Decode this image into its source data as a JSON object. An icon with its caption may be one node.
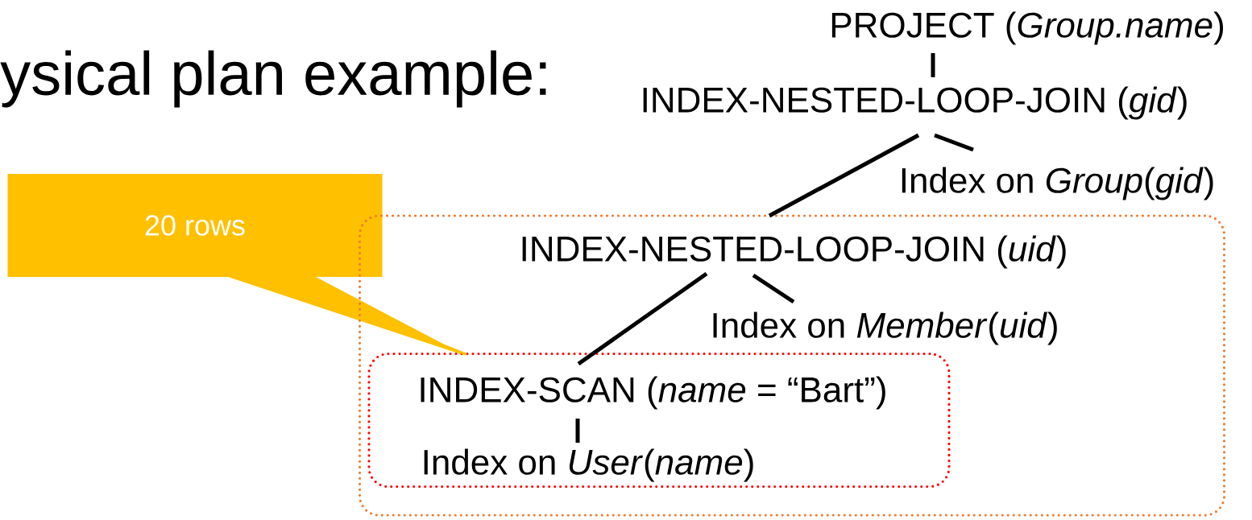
{
  "diagram": {
    "title": "ysical plan example:",
    "nodes": [
      {
        "text": [
          "PROJECT (*Group.name*)"
        ]
      },
      {
        "text": [
          "INDEX-NESTED-LOOP-JOIN (*gid*)"
        ]
      },
      {
        "text": [
          "Index on *Group*(*gid*)"
        ]
      },
      {
        "text": [
          "20 rows"
        ]
      },
      {
        "text": [],
        "shape": "box"
      },
      {
        "text": [
          "INDEX-NESTED-LOOP-JOIN (*uid*)"
        ],
        "in": 4
      },
      {
        "text": [
          "Index on *Member*(*uid*)"
        ],
        "in": 4
      },
      {
        "text": [],
        "shape": "box",
        "in": 4
      },
      {
        "text": [
          "INDEX-SCAN (*name* = “Bart”)"
        ],
        "in": 7
      },
      {
        "text": [
          "Index on *User*(*name*)"
        ],
        "in": 7
      }
    ],
    "edges": [
      {
        "from": 0,
        "to": 1,
        "arrow": "none"
      },
      {
        "from": 1,
        "to": 5,
        "arrow": "none"
      },
      {
        "from": 1,
        "to": 2,
        "arrow": "none"
      },
      {
        "from": 5,
        "to": 8,
        "arrow": "none"
      },
      {
        "from": 5,
        "to": 6,
        "arrow": "none"
      },
      {
        "from": 8,
        "to": 9,
        "arrow": "none"
      },
      {
        "from": 3,
        "to": 7,
        "arrow": "none",
        "color": "#ffc000"
      }
    ]
  }
}
